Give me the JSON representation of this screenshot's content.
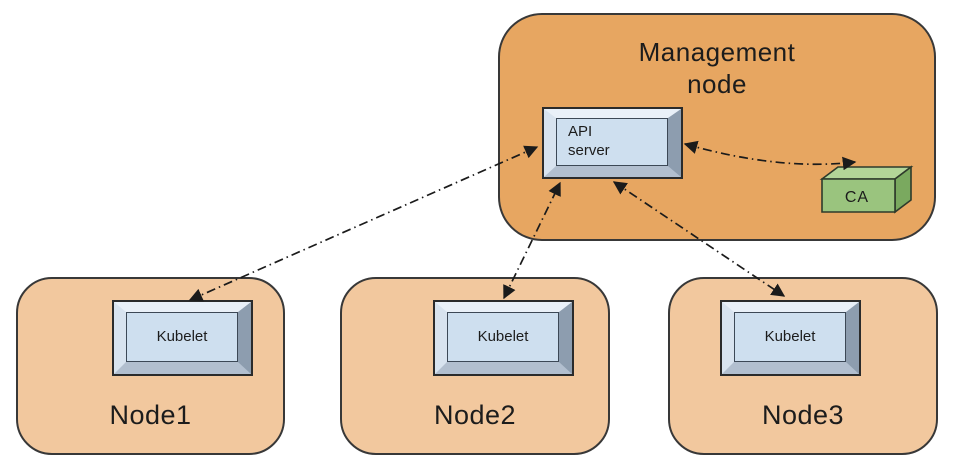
{
  "diagram": {
    "management_node": {
      "label": "Management node",
      "api_server": {
        "label": "API server"
      },
      "ca": {
        "label": "CA"
      }
    },
    "nodes": [
      {
        "label": "Node1",
        "component": "Kubelet"
      },
      {
        "label": "Node2",
        "component": "Kubelet"
      },
      {
        "label": "Node3",
        "component": "Kubelet"
      }
    ],
    "connections": [
      {
        "from": "API server",
        "to": "Kubelet (Node1)",
        "style": "dash-dot",
        "bidirectional": true
      },
      {
        "from": "API server",
        "to": "Kubelet (Node2)",
        "style": "dash-dot",
        "bidirectional": true
      },
      {
        "from": "API server",
        "to": "Kubelet (Node3)",
        "style": "dash-dot",
        "bidirectional": true
      },
      {
        "from": "API server",
        "to": "CA",
        "style": "dash-dot",
        "bidirectional": true
      }
    ]
  },
  "colors": {
    "management_fill": "#E7A661",
    "node_fill": "#F2C89E",
    "outline": "#383838",
    "box_face": "#CEDFEF",
    "bevel_top": "#E9F0F8",
    "bevel_left": "#D8E3EF",
    "bevel_right": "#8D9DAF",
    "bevel_bottom": "#B2BFCF",
    "ca_front": "#9AC47E",
    "ca_top": "#B3D598",
    "ca_side": "#7AA95F",
    "arrow": "#1B1B1B",
    "text": "#1C1C1C"
  }
}
